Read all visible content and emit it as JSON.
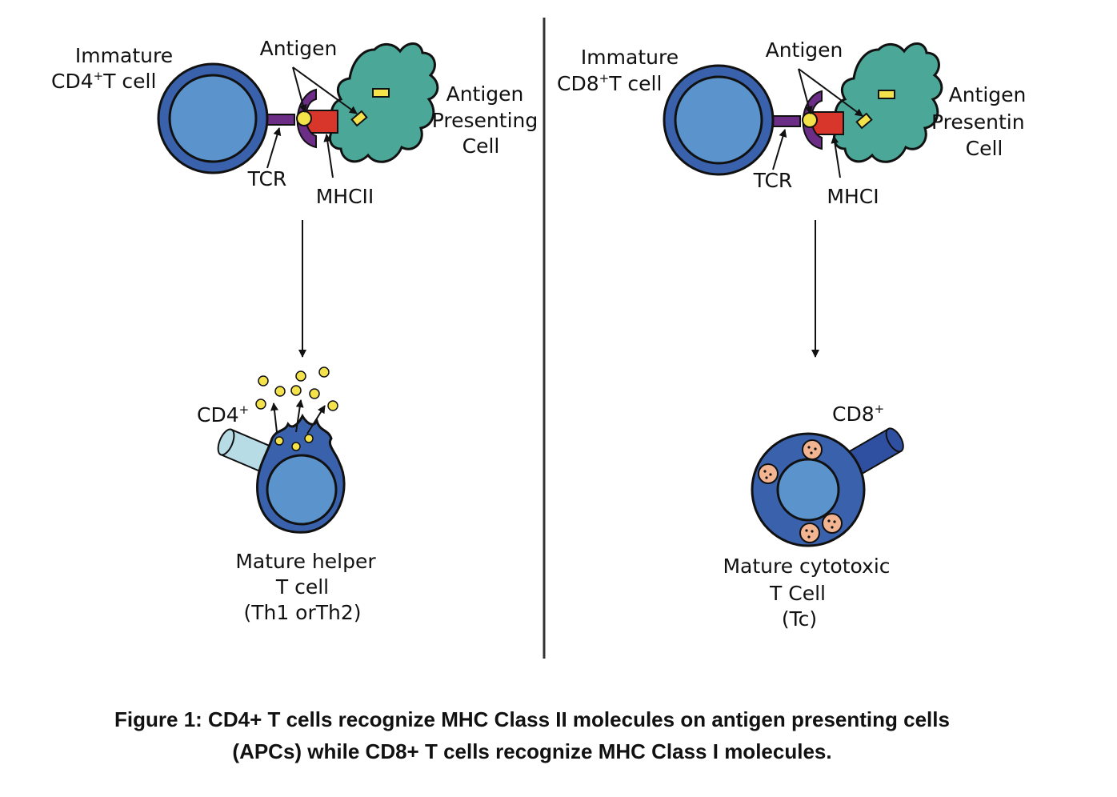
{
  "left": {
    "immature_line1": "Immature",
    "immature_line2": "CD4",
    "immature_sup": "+",
    "immature_line2b": "T cell",
    "antigen": "Antigen",
    "apc_line1": "Antigen",
    "apc_line2": "Presenting",
    "apc_line3": "Cell",
    "tcr": "TCR",
    "mhc": "MHCII",
    "marker": "CD4",
    "marker_sup": "+",
    "mature_line1": "Mature helper",
    "mature_line2": "T cell",
    "mature_line3": "(Th1 orTh2)"
  },
  "right": {
    "immature_line1": "Immature",
    "immature_line2": "CD8",
    "immature_sup": "+",
    "immature_line2b": "T cell",
    "antigen": "Antigen",
    "apc_line1": "Antigen",
    "apc_line2": "Presentin",
    "apc_line3": "Cell",
    "tcr": "TCR",
    "mhc": "MHCI",
    "marker": "CD8",
    "marker_sup": "+",
    "mature_line1": "Mature cytotoxic",
    "mature_line2": "T Cell",
    "mature_line3": "(Tc)"
  },
  "caption": {
    "line1": "Figure 1: CD4+ T cells recognize MHC Class II molecules on antigen presenting cells",
    "line2": "(APCs) while CD8+ T cells recognize MHC Class I molecules."
  },
  "colors": {
    "tcell_outer": "#3a62ac",
    "tcell_inner": "#5b93cc",
    "apc": "#4ba898",
    "tcr": "#6b2d86",
    "mhc": "#d9362b",
    "antigen": "#f4e24a",
    "cd4_marker": "#b7dce6",
    "cd8_marker": "#2f4fa0",
    "granule": "#f2b491"
  }
}
